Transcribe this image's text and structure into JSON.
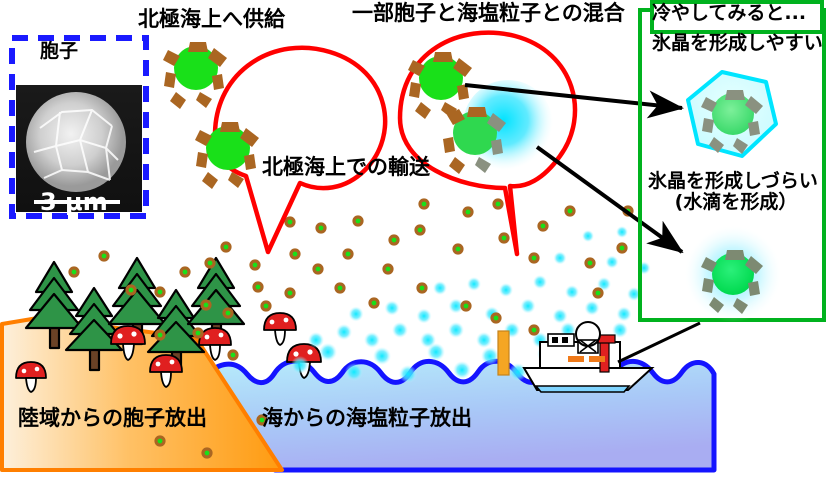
{
  "figure": {
    "title_supply": "北極海上へ供給",
    "title_mix": "一部胞子と海塩粒子との混合",
    "label_transport": "北極海上での輸送",
    "label_land_emission": "陸域からの胞子放出",
    "label_sea_emission": "海からの海塩粒子放出"
  },
  "micrograph": {
    "caption": "胞子",
    "scale_bar": "3 μm",
    "border_color": "#1a1aff"
  },
  "cooling_panel": {
    "title": "冷やしてみると...",
    "ice_easy": "氷晶を形成しやすい",
    "ice_hard_line1": "氷晶を形成しづらい",
    "ice_hard_line2": "(水滴を形成）",
    "border_color": "#00b21e"
  },
  "colors": {
    "spore_green": "#19e019",
    "spore_spike_brown": "#aa6622",
    "spore_spike_grey": "#8a9180",
    "seasalt_cyan": "#29e3f7",
    "callout_red": "#ff0000",
    "land_orange": "#ff9900",
    "land_outline": "#ff7f00",
    "ocean_blue": "#1414ff",
    "ice_hex_cyan": "#00e5ff",
    "arrow_black": "#000000"
  },
  "scene_objects": {
    "trees": "conifer-trees",
    "mushrooms": "red-cap-mushrooms",
    "ship": "research-vessel",
    "spore_particles": "green-spore-dots",
    "seasalt_particles": "cyan-sea-salt-dots",
    "ice_crystal": "hexagonal-ice-crystal",
    "water_droplet": "water-droplet"
  }
}
